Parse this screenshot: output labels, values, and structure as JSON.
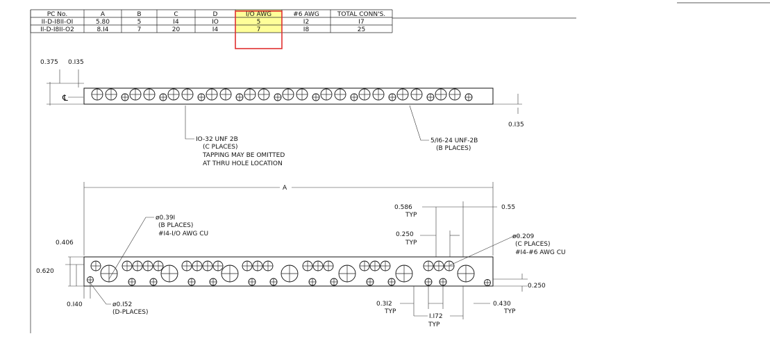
{
  "table": {
    "headers": [
      "PC No.",
      "A",
      "B",
      "C",
      "D",
      "I/O AWG",
      "#6 AWG",
      "TOTAL CONN'S."
    ],
    "rows": [
      [
        "II-D-I8II-OI",
        "5.80",
        "5",
        "I4",
        "IO",
        "5",
        "I2",
        "I7"
      ],
      [
        "II-D-I8II-O2",
        "8.I4",
        "7",
        "20",
        "I4",
        "7",
        "I8",
        "25"
      ]
    ],
    "highlight_column": 5,
    "highlight_fill": "#ffff99",
    "highlight_border": "#e03030"
  },
  "top_view": {
    "dim_left_1": "0.375",
    "dim_left_2": "0.I35",
    "centerline": "℄",
    "dim_right": "0.I35",
    "note1": [
      "IO-32 UNF 2B",
      "(C PLACES)",
      "TAPPING MAY BE OMITTED",
      "AT THRU HOLE LOCATION"
    ],
    "note2": [
      "5/I6-24 UNF-2B",
      "(B PLACES)"
    ]
  },
  "bottom_view": {
    "dim_a": "A",
    "dim_0586": "0.586",
    "typ": "TYP",
    "dim_055": "0.55",
    "dim_0250_top": "0.250",
    "note_big": [
      "ø0.39I",
      "(B PLACES)",
      "#I4-I/O AWG CU"
    ],
    "note_small": [
      "ø0.209",
      "(C PLACES)",
      "#I4-#6 AWG CU"
    ],
    "dim_0406": "0.406",
    "dim_0620": "0.620",
    "dim_0140": "0.I40",
    "note_tiny": [
      "ø0.I52",
      "(D-PLACES)"
    ],
    "dim_0250_right": "0.250",
    "dim_0312": "0.3I2",
    "dim_1172": "I.I72",
    "dim_0430": "0.430"
  }
}
